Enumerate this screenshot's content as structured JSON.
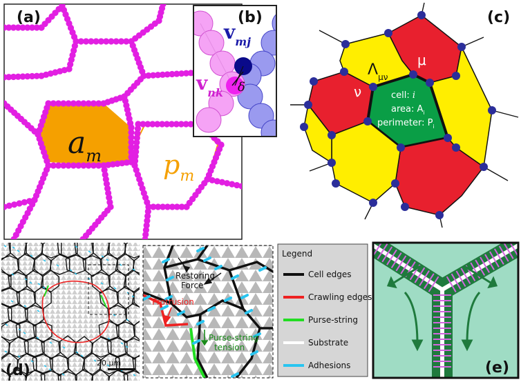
{
  "panels": {
    "a": {
      "label": "(a)",
      "area_symbol": "a",
      "area_sub": "m",
      "perimeter_symbol": "p",
      "perimeter_sub": "m"
    },
    "b": {
      "label": "(b)",
      "v1": "v",
      "v1_sub": "mj",
      "v2": "v",
      "v2_sub": "nk",
      "delta": "δ"
    },
    "c": {
      "label": "(c)",
      "lambda": "Λ",
      "lambda_sub": "μν",
      "mu": "μ",
      "nu": "ν",
      "cell_line": "cell: ",
      "cell_var": "i",
      "area_line": "area: A",
      "area_sub": "i",
      "perim_line": "perimeter: P",
      "perim_sub": "i"
    },
    "d": {
      "label": "(d)",
      "scale": "20 μm",
      "restoring": [
        "Restoring",
        "Force"
      ],
      "protrusion": "Protrusion",
      "purse": [
        "Purse-string",
        "tension"
      ]
    },
    "legend": {
      "title": "Legend",
      "items": [
        {
          "label": "Cell edges",
          "color": "#111111"
        },
        {
          "label": "Crawling edges",
          "color": "#ee2222"
        },
        {
          "label": "Purse-string",
          "color": "#22dd22"
        },
        {
          "label": "Substrate",
          "color": "#ffffff"
        },
        {
          "label": "Adhesions",
          "color": "#29c5f0"
        }
      ]
    },
    "e": {
      "label": "(e)"
    }
  },
  "colors": {
    "magenta": "#e21fe2",
    "orange": "#f5a000",
    "yellow": "#ffee00",
    "red": "#e8202e",
    "green": "#0a9e46",
    "node": "#2b2e9a",
    "teal": "#9fdcc4",
    "darkgreen": "#1f7a3d"
  }
}
